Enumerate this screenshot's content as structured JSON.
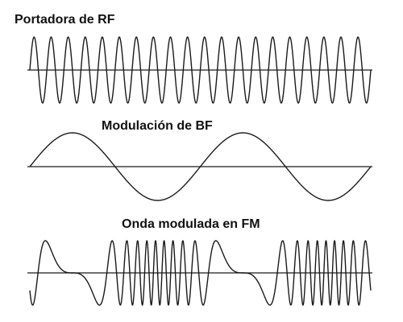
{
  "panels": [
    {
      "id": "carrier",
      "title": "Portadora de RF",
      "signal": "carrier",
      "cycles": 20
    },
    {
      "id": "modulating",
      "title": "Modulación de BF",
      "signal": "modulating",
      "cycles": 2
    },
    {
      "id": "fm",
      "title": "Onda modulada en FM",
      "signal": "fm",
      "carrier_cycles": 20,
      "modulating_cycles": 2,
      "modulation_index": 10
    }
  ],
  "colors": {
    "background": "#ffffff",
    "ink": "#1a1a1a"
  }
}
